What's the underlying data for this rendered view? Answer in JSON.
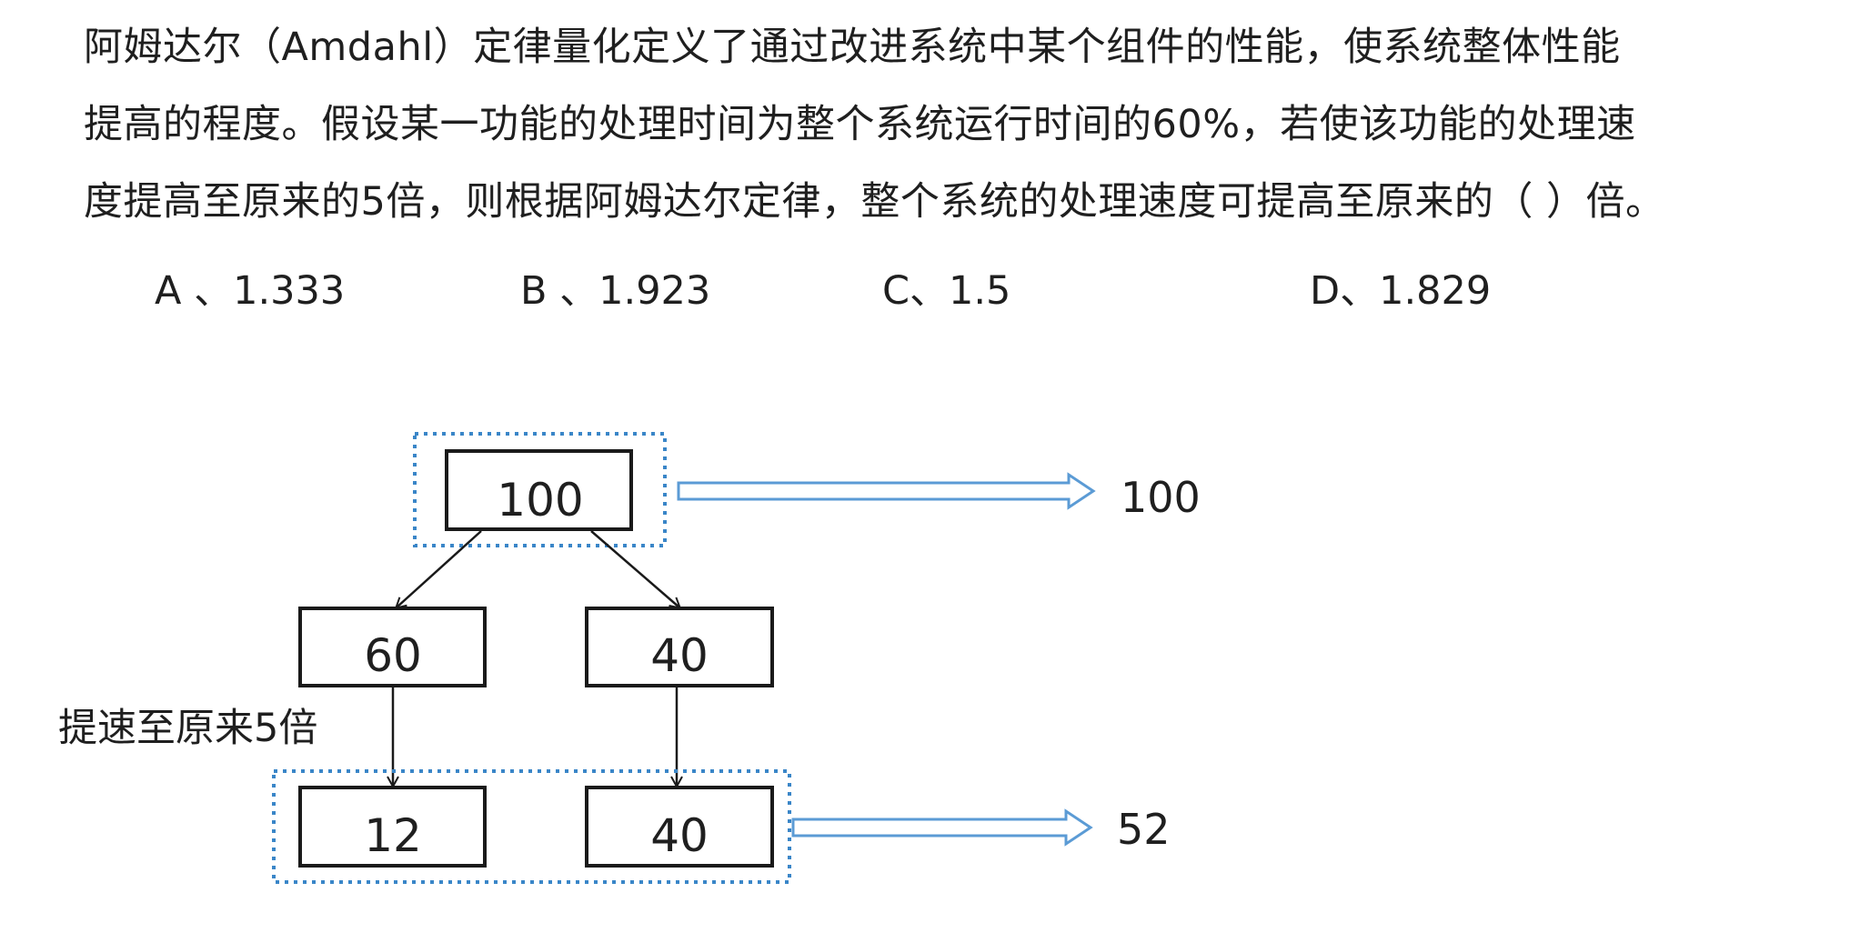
{
  "question": {
    "line1": "阿姆达尔（Amdahl）定律量化定义了通过改进系统中某个组件的性能，使系统整体性能",
    "line2": "提高的程度。假设某一功能的处理时间为整个系统运行时间的60%，若使该功能的处理速",
    "line3": "度提高至原来的5倍，则根据阿姆达尔定律，整个系统的处理速度可提高至原来的（ ）倍。"
  },
  "options": {
    "a": "A 、1.333",
    "b": "B 、1.923",
    "c": "C、1.5",
    "d": "D、1.829"
  },
  "diagram": {
    "top_box": "100",
    "top_result": "100",
    "mid_left_box": "60",
    "mid_right_box": "40",
    "speedup_label": "提速至原来5倍",
    "bottom_left_box": "12",
    "bottom_right_box": "40",
    "bottom_result": "52",
    "colors": {
      "box_border": "#1a1a1a",
      "dotted_frame": "#3a86c8",
      "hollow_arrow": "#5b9bd5"
    }
  }
}
